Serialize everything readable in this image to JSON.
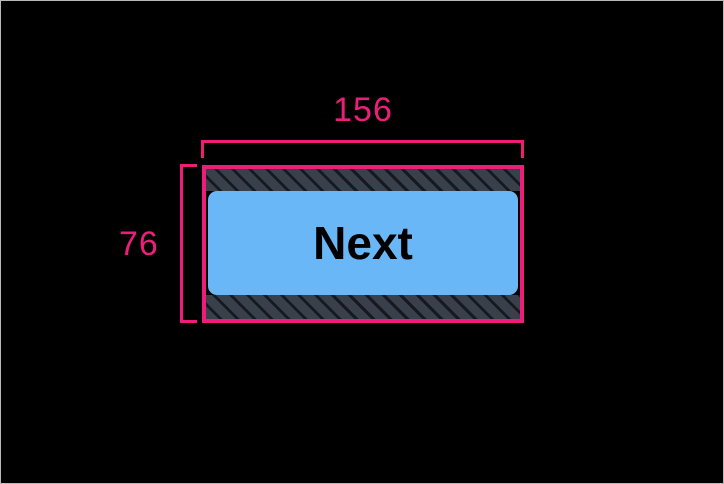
{
  "overlay": {
    "tool": "layout-dimension-inspector",
    "background_color": "#000000",
    "accent_color": "#ed1e79",
    "frame_border_color": "#b9b9b9"
  },
  "measurements": {
    "width": {
      "value": "156",
      "axis": "horizontal",
      "bracket_position": "top"
    },
    "height": {
      "value": "76",
      "axis": "vertical",
      "bracket_position": "left"
    }
  },
  "element": {
    "type": "button",
    "label": "Next",
    "surface_color": "#6ab7f7",
    "label_color": "#000000",
    "outline_color": "#ed1e79",
    "padding_band_color": "#3a4049",
    "padding_band_pattern": "diagonal-hatch"
  }
}
